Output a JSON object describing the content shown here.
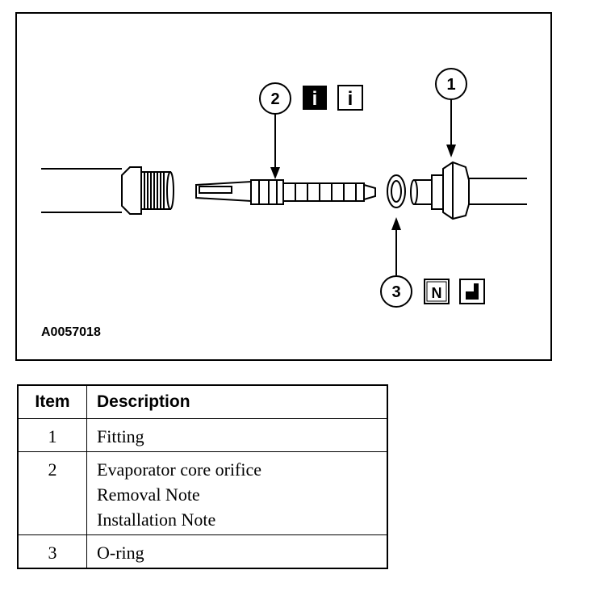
{
  "figure": {
    "id": "A0057018",
    "callouts": [
      {
        "number": "1",
        "symbols": []
      },
      {
        "number": "2",
        "symbols": [
          "i-filled-icon",
          "i-outline-icon"
        ]
      },
      {
        "number": "3",
        "symbols": [
          "new-part-N-icon",
          "lubricate-icon"
        ]
      }
    ],
    "symbol_labels": {
      "info": "i",
      "new": "N"
    }
  },
  "legend": {
    "headers": {
      "item": "Item",
      "description": "Description"
    },
    "rows": [
      {
        "item": "1",
        "lines": [
          "Fitting"
        ]
      },
      {
        "item": "2",
        "lines": [
          "Evaporator core orifice",
          "Removal Note",
          "Installation Note"
        ]
      },
      {
        "item": "3",
        "lines": [
          "O-ring"
        ]
      }
    ]
  }
}
